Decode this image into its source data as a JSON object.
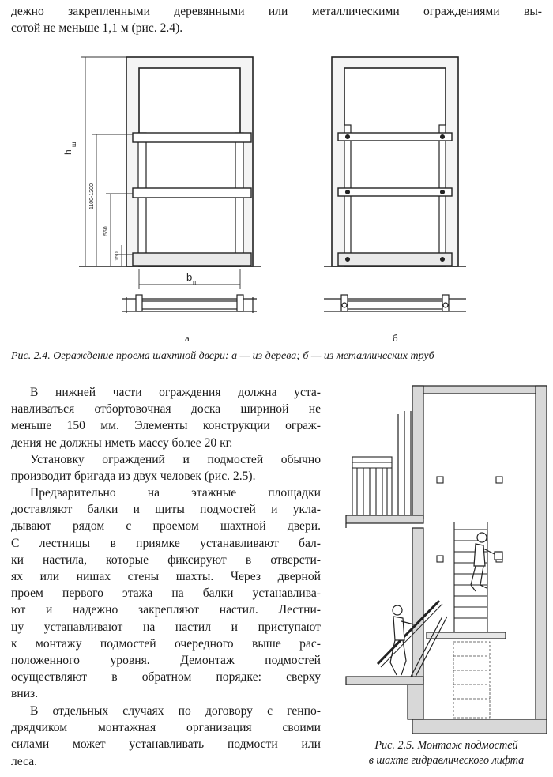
{
  "top_text": {
    "lines": [
      "дежно закрепленными деревянными или металлическими ограждениями вы-",
      "сотой не меньше 1,1 м (рис. 2.4)."
    ]
  },
  "figure_2_4": {
    "label_a": "а",
    "label_b": "б",
    "dim_labels": {
      "height_main": "h",
      "height_main_sub": "ш",
      "height_1100": "1100-1200",
      "height_550": "550",
      "height_150": "150",
      "width": "b",
      "width_sub": "ш"
    },
    "caption": "Рис. 2.4. Ограждение проема шахтной двери: а — из дерева; б — из металлических труб"
  },
  "body_paragraphs": [
    {
      "lines": [
        "В нижней части ограждения должна уста-",
        "навливаться отбортовочная доска шириной не",
        "меньше 150 мм. Элементы конструкции ограж-",
        "дения не должны иметь массу более 20 кг."
      ]
    },
    {
      "lines": [
        "Установку ограждений и подмостей обычно",
        "производит бригада из двух человек (рис. 2.5)."
      ]
    },
    {
      "lines": [
        "Предварительно на этажные площадки",
        "доставляют балки и щиты подмостей и укла-",
        "дывают рядом с проемом шахтной двери.",
        "С лестницы в приямке устанавливают бал-",
        "ки настила, которые фиксируют в отверсти-",
        "ях или нишах стены шахты. Через дверной",
        "проем первого этажа на балки устанавлива-",
        "ют и надежно закрепляют настил. Лестни-",
        "цу устанавливают на настил и приступают",
        "к монтажу подмостей очередного выше рас-",
        "положенного уровня. Демонтаж подмостей",
        "осуществляют в обратном порядке: сверху",
        "вниз."
      ]
    },
    {
      "lines": [
        "В отдельных случаях по договору с генпо-",
        "дрядчиком монтажная организация своими",
        "силами может устанавливать подмости или",
        "леса."
      ]
    }
  ],
  "figure_2_5": {
    "caption_lines": [
      "Рис. 2.5. Монтаж подмостей",
      "в шахте гидравлического лифта"
    ]
  }
}
